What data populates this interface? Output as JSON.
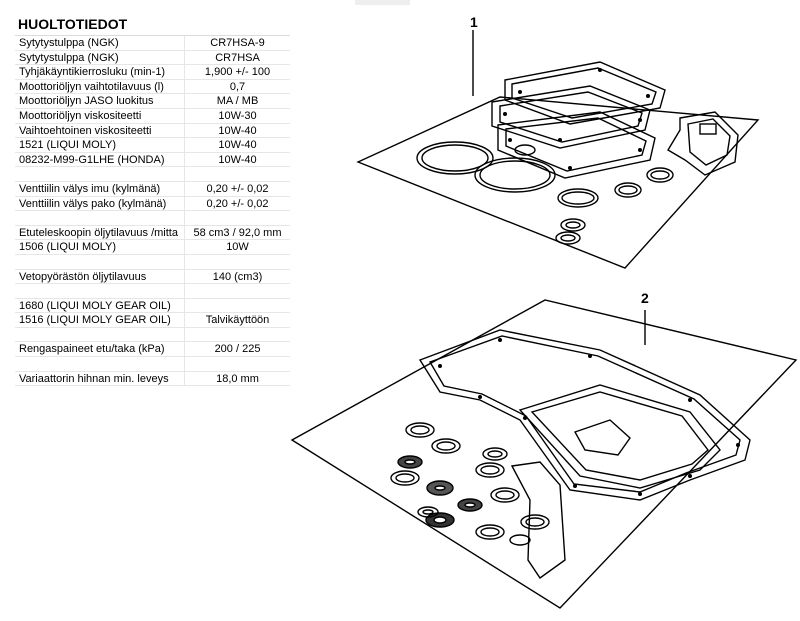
{
  "title": "HUOLTOTIEDOT",
  "rows": [
    {
      "k": "Sytytystulppa (NGK)",
      "v": "CR7HSA-9"
    },
    {
      "k": "Sytytystulppa (NGK)",
      "v": "CR7HSA"
    },
    {
      "k": "Tyhjäkäyntikierrosluku (min-1)",
      "v": "1,900 +/- 100"
    },
    {
      "k": "Moottoriöljyn vaihtotilavuus (l)",
      "v": "0,7"
    },
    {
      "k": "Moottoriöljyn JASO luokitus",
      "v": "MA / MB"
    },
    {
      "k": "Moottoriöljyn viskositeetti",
      "v": "10W-30"
    },
    {
      "k": "Vaihtoehtoinen viskositeetti",
      "v": "10W-40"
    },
    {
      "k": "1521 (LIQUI MOLY)",
      "v": "10W-40"
    },
    {
      "k": "08232-M99-G1LHE (HONDA)",
      "v": "10W-40"
    },
    {
      "k": "",
      "v": ""
    },
    {
      "k": "Venttiilin välys imu (kylmänä)",
      "v": "0,20 +/- 0,02"
    },
    {
      "k": "Venttiilin välys pako (kylmänä)",
      "v": "0,20 +/- 0,02"
    },
    {
      "k": "",
      "v": ""
    },
    {
      "k": "Etuteleskoopin öljytilavuus /mitta",
      "v": "58 cm3 / 92,0 mm"
    },
    {
      "k": "1506 (LIQUI MOLY)",
      "v": "10W"
    },
    {
      "k": "",
      "v": ""
    },
    {
      "k": "Vetopyörästön öljytilavuus",
      "v": "140 (cm3)"
    },
    {
      "k": "",
      "v": ""
    },
    {
      "k": "1680 (LIQUI MOLY GEAR OIL)",
      "v": ""
    },
    {
      "k": "1516 (LIQUI MOLY GEAR OIL)",
      "v": "Talvikäyttöön"
    },
    {
      "k": "",
      "v": ""
    },
    {
      "k": "Rengaspaineet etu/taka (kPa)",
      "v": "200 / 225"
    },
    {
      "k": "",
      "v": ""
    },
    {
      "k": "Variaattorin hihnan min. leveys",
      "v": "18,0 mm"
    }
  ],
  "figure_labels": {
    "one": "1",
    "two": "2"
  }
}
